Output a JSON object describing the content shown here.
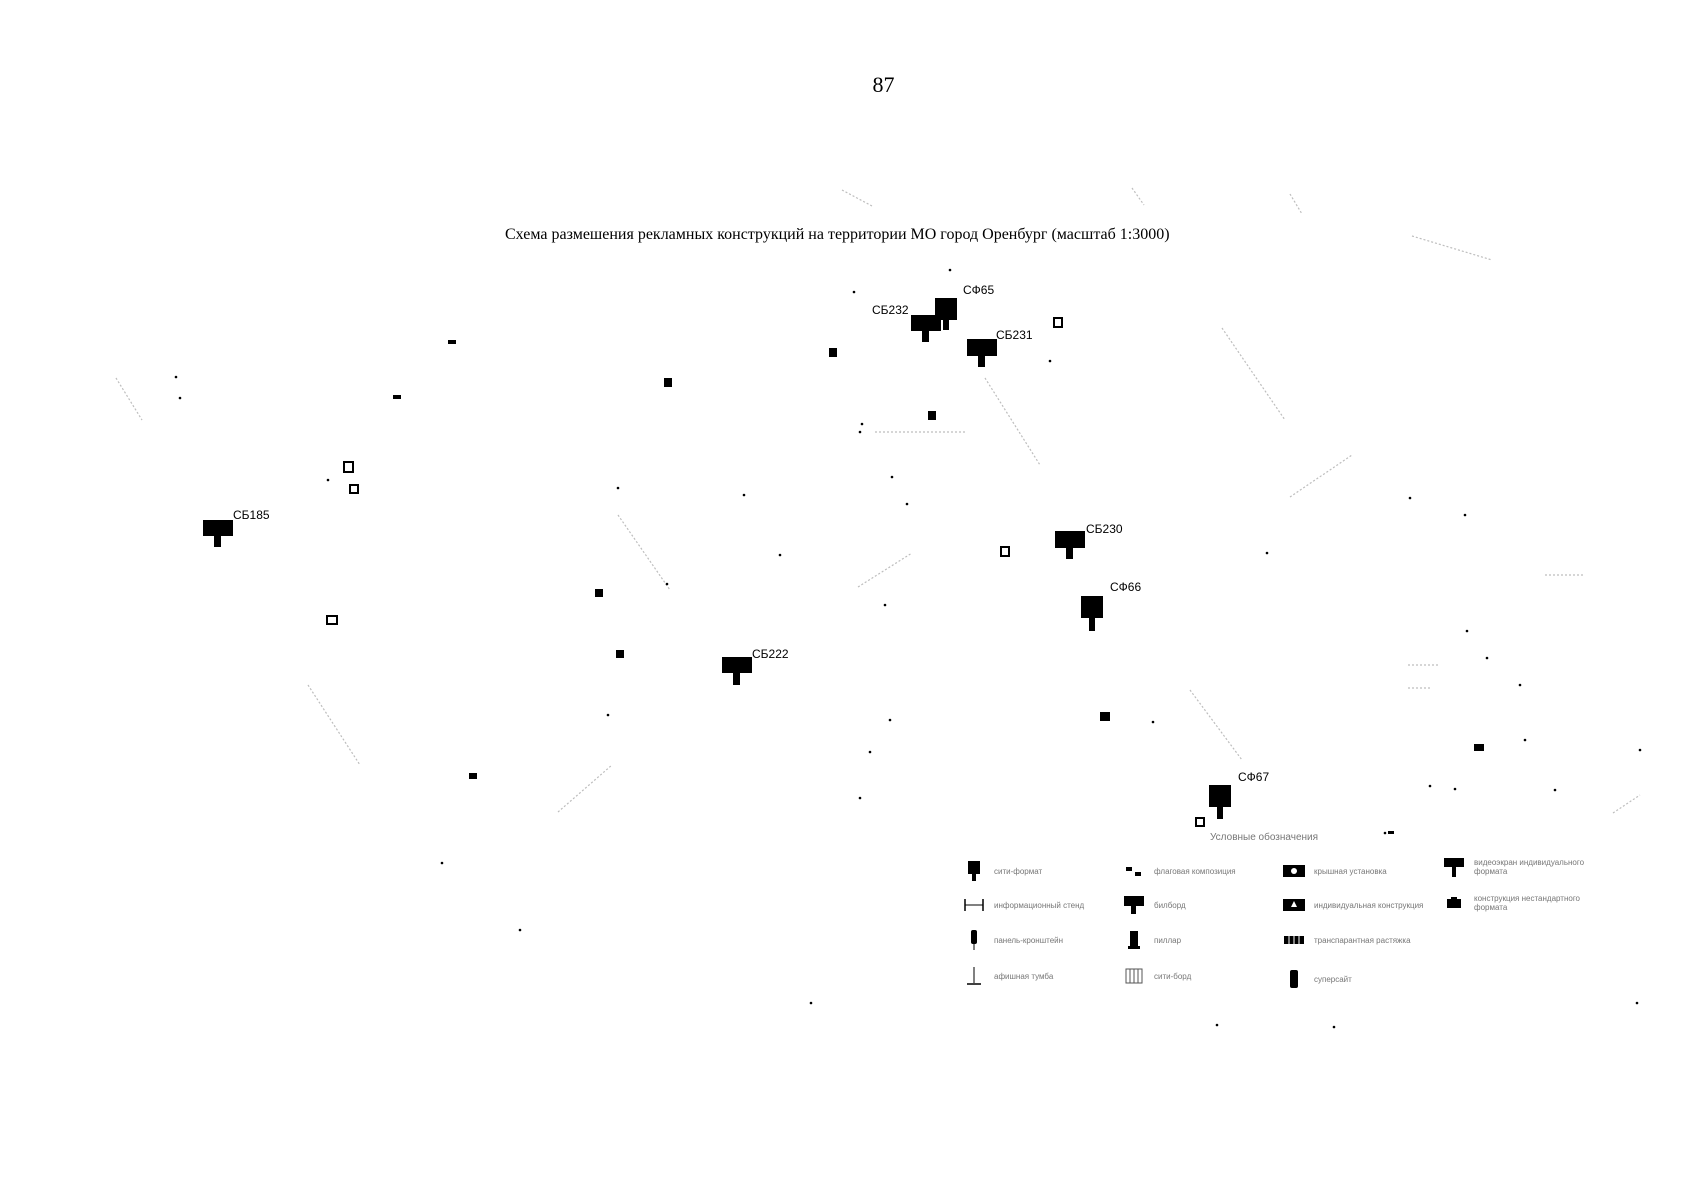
{
  "page_number": "87",
  "title": "Схема размешения рекламных конструкций на территории МО город Оренбург (масштаб 1:3000)",
  "markers": [
    {
      "label": "СФ65",
      "type": "city-format"
    },
    {
      "label": "СБ232",
      "type": "billboard"
    },
    {
      "label": "СБ231",
      "type": "billboard"
    },
    {
      "label": "СБ185",
      "type": "billboard"
    },
    {
      "label": "СБ230",
      "type": "billboard"
    },
    {
      "label": "СФ66",
      "type": "city-format"
    },
    {
      "label": "СБ222",
      "type": "billboard"
    },
    {
      "label": "СФ67",
      "type": "city-format"
    }
  ],
  "legend": {
    "title": "Условные обозначения",
    "items": [
      {
        "label": "сити-формат",
        "icon": "city-format-icon"
      },
      {
        "label": "флаговая композиция",
        "icon": "flag-composition-icon"
      },
      {
        "label": "крышная установка",
        "icon": "roof-installation-icon"
      },
      {
        "label": "видеоэкран индивидуального формата",
        "icon": "video-screen-icon"
      },
      {
        "label": "информационный стенд",
        "icon": "info-stand-icon"
      },
      {
        "label": "билборд",
        "icon": "billboard-icon"
      },
      {
        "label": "панель-кронштейн",
        "icon": "bracket-panel-icon"
      },
      {
        "label": "пиллар",
        "icon": "pillar-icon"
      },
      {
        "label": "афишная тумба",
        "icon": "poster-column-icon"
      },
      {
        "label": "сити-борд",
        "icon": "city-board-icon"
      },
      {
        "label": "суперсайт",
        "icon": "supersite-icon"
      },
      {
        "label": "транспарантная растяжка",
        "icon": "banner-stretch-icon"
      },
      {
        "label": "индивидуальная конструкция",
        "icon": "individual-construction-icon"
      },
      {
        "label": "конструкция нестандартного формата",
        "icon": "nonstandard-format-icon"
      }
    ]
  }
}
